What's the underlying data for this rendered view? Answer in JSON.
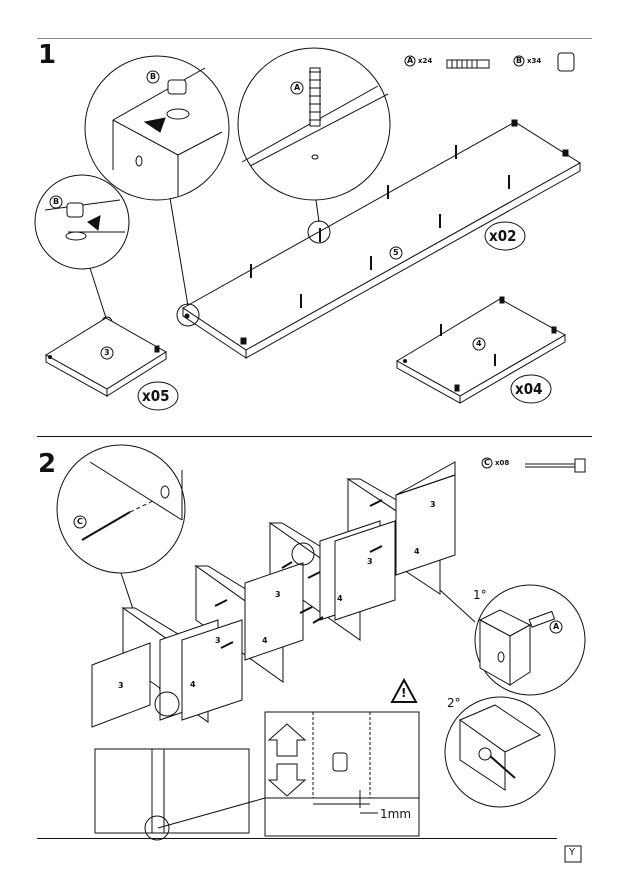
{
  "step1": {
    "number": "1",
    "hardware": [
      {
        "letter": "A",
        "qty": "x24"
      },
      {
        "letter": "B",
        "qty": "x34"
      }
    ],
    "callouts": {
      "long_panel_qty": "x02",
      "small_panel_qty": "x05",
      "medium_panel_qty": "x04"
    },
    "parts": {
      "long": "5",
      "small": "3",
      "medium": "4"
    },
    "detail_letters": {
      "cam_top": "B",
      "cam_side": "B",
      "dowel": "A"
    }
  },
  "step2": {
    "number": "2",
    "hardware": [
      {
        "letter": "C",
        "qty": "x08"
      }
    ],
    "detail_letters": {
      "screw": "C",
      "dowel_right": "A"
    },
    "order_labels": {
      "first": "1°",
      "second": "2°"
    },
    "parts": {
      "p3": "3",
      "p4": "4"
    },
    "gap_label": "1mm"
  },
  "footer": {
    "logo": "Y"
  }
}
